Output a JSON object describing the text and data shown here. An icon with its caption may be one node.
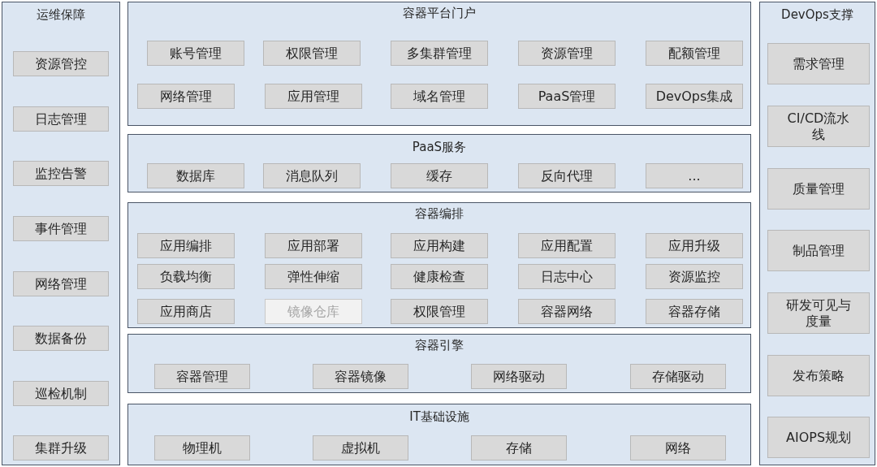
{
  "diagram": {
    "nodes": [
      {
        "text": [
          "运维保障"
        ]
      },
      {
        "text": [
          "资源管控"
        ],
        "in": 0
      },
      {
        "text": [
          "日志管理"
        ],
        "in": 0
      },
      {
        "text": [
          "监控告警"
        ],
        "in": 0
      },
      {
        "text": [
          "事件管理"
        ],
        "in": 0
      },
      {
        "text": [
          "网络管理"
        ],
        "in": 0
      },
      {
        "text": [
          "数据备份"
        ],
        "in": 0
      },
      {
        "text": [
          "巡检机制"
        ],
        "in": 0
      },
      {
        "text": [
          "集群升级"
        ],
        "in": 0
      },
      {
        "text": [
          "容器平台门户"
        ]
      },
      {
        "text": [
          "账号管理"
        ],
        "in": 9
      },
      {
        "text": [
          "权限管理"
        ],
        "in": 9
      },
      {
        "text": [
          "多集群管理"
        ],
        "in": 9
      },
      {
        "text": [
          "资源管理"
        ],
        "in": 9
      },
      {
        "text": [
          "配额管理"
        ],
        "in": 9
      },
      {
        "text": [
          "网络管理"
        ],
        "in": 9
      },
      {
        "text": [
          "应用管理"
        ],
        "in": 9
      },
      {
        "text": [
          "域名管理"
        ],
        "in": 9
      },
      {
        "text": [
          "PaaS管理"
        ],
        "in": 9
      },
      {
        "text": [
          "DevOps集成"
        ],
        "in": 9
      },
      {
        "text": [
          "PaaS服务"
        ]
      },
      {
        "text": [
          "数据库"
        ],
        "in": 20
      },
      {
        "text": [
          "消息队列"
        ],
        "in": 20
      },
      {
        "text": [
          "缓存"
        ],
        "in": 20
      },
      {
        "text": [
          "反向代理"
        ],
        "in": 20
      },
      {
        "text": [
          "..."
        ],
        "in": 20
      },
      {
        "text": [
          "容器编排"
        ]
      },
      {
        "text": [
          "应用编排"
        ],
        "in": 26
      },
      {
        "text": [
          "应用部署"
        ],
        "in": 26
      },
      {
        "text": [
          "应用构建"
        ],
        "in": 26
      },
      {
        "text": [
          "应用配置"
        ],
        "in": 26
      },
      {
        "text": [
          "应用升级"
        ],
        "in": 26
      },
      {
        "text": [
          "负载均衡"
        ],
        "in": 26
      },
      {
        "text": [
          "弹性伸缩"
        ],
        "in": 26
      },
      {
        "text": [
          "健康检查"
        ],
        "in": 26
      },
      {
        "text": [
          "日志中心"
        ],
        "in": 26
      },
      {
        "text": [
          "资源监控"
        ],
        "in": 26
      },
      {
        "text": [
          "应用商店"
        ],
        "in": 26
      },
      {
        "text": [
          "镜像仓库"
        ],
        "in": 26
      },
      {
        "text": [
          "权限管理"
        ],
        "in": 26
      },
      {
        "text": [
          "容器网络"
        ],
        "in": 26
      },
      {
        "text": [
          "容器存储"
        ],
        "in": 26
      },
      {
        "text": [
          "容器引擎"
        ]
      },
      {
        "text": [
          "容器管理"
        ],
        "in": 42
      },
      {
        "text": [
          "容器镜像"
        ],
        "in": 42
      },
      {
        "text": [
          "网络驱动"
        ],
        "in": 42
      },
      {
        "text": [
          "存储驱动"
        ],
        "in": 42
      },
      {
        "text": [
          "IT基础设施"
        ]
      },
      {
        "text": [
          "物理机"
        ],
        "in": 47
      },
      {
        "text": [
          "虚拟机"
        ],
        "in": 47
      },
      {
        "text": [
          "存储"
        ],
        "in": 47
      },
      {
        "text": [
          "网络"
        ],
        "in": 47
      },
      {
        "text": [
          "DevOps支撑"
        ]
      },
      {
        "text": [
          "需求管理"
        ],
        "in": 52
      },
      {
        "text": [
          "CI/CD流水线"
        ],
        "in": 52
      },
      {
        "text": [
          "质量管理"
        ],
        "in": 52
      },
      {
        "text": [
          "制品管理"
        ],
        "in": 52
      },
      {
        "text": [
          "研发可见与度量"
        ],
        "in": 52
      },
      {
        "text": [
          "发布策略"
        ],
        "in": 52
      },
      {
        "text": [
          "AIOPS规划"
        ],
        "in": 52
      }
    ]
  }
}
